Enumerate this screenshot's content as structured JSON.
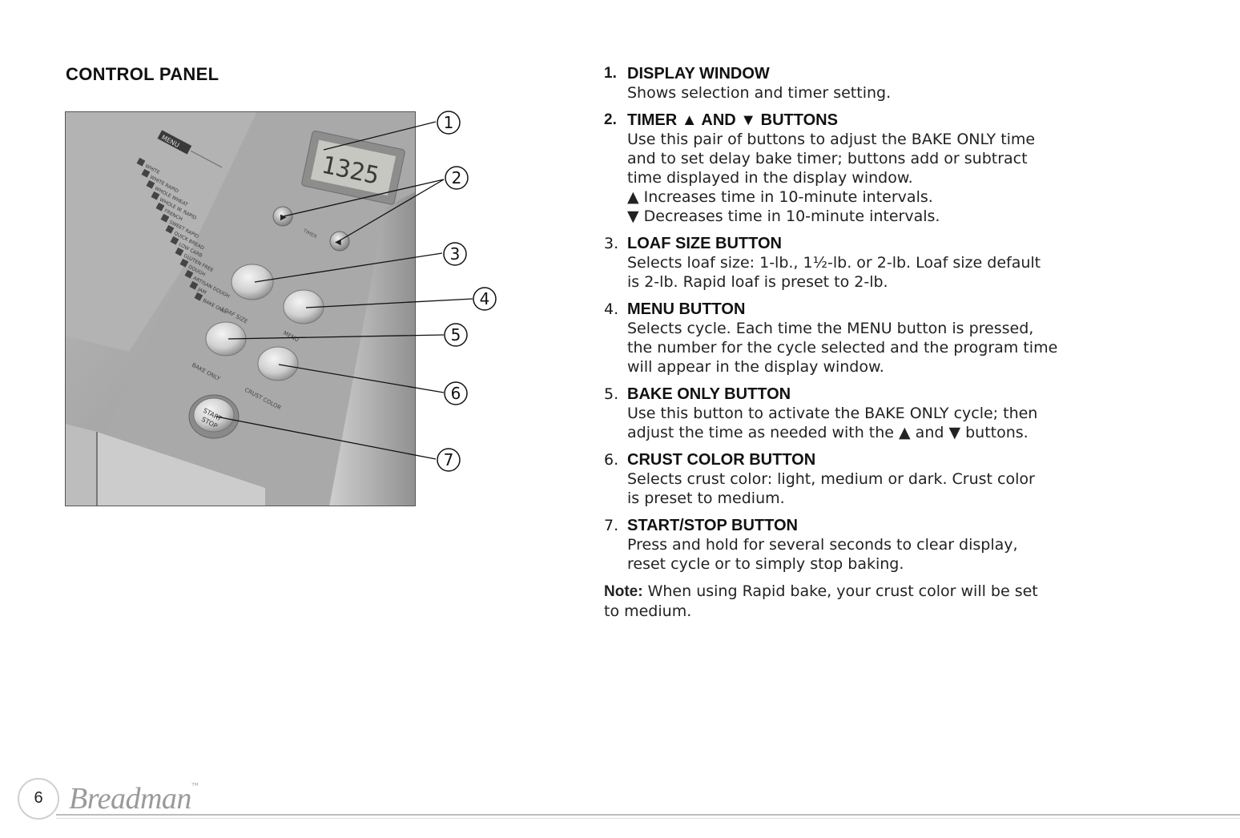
{
  "section_title": "CONTROL PANEL",
  "photo": {
    "display_reading": "1325",
    "menu_label": "MENU",
    "menu_list": [
      "WHITE",
      "WHITE RAPID",
      "WHOLE WHEAT",
      "WHOLE W. RAPID",
      "FRENCH",
      "SWEET RAPID",
      "QUICK BREAD",
      "LOW CARB",
      "GLUTEN FREE",
      "DOUGH",
      "ARTISAN DOUGH",
      "JAM",
      "BAKE ONLY"
    ],
    "timer_label": "TIMER",
    "btn_loaf_size": "LOAF SIZE",
    "btn_menu": "MENU",
    "btn_bake_only": "BAKE ONLY",
    "btn_crust_color": "CRUST COLOR",
    "btn_start_stop_1": "START",
    "btn_start_stop_2": "STOP"
  },
  "callouts": [
    "①",
    "②",
    "③",
    "④",
    "⑤",
    "⑥",
    "⑦"
  ],
  "items": [
    {
      "num": "1.",
      "title": "DISPLAY WINDOW",
      "lines": [
        "Shows selection and timer setting."
      ]
    },
    {
      "num": "2.",
      "title": "TIMER ▲ AND ▼ BUTTONS",
      "lines": [
        "Use this pair of buttons to adjust the BAKE ONLY time",
        "and to set delay bake timer; buttons add or subtract",
        "time displayed in the display window.",
        "▲ Increases time in 10-minute intervals.",
        "▼ Decreases time in 10-minute intervals."
      ]
    },
    {
      "num": "3.",
      "title": "LOAF SIZE BUTTON",
      "lines": [
        "Selects loaf size: 1-lb., 1½-lb. or 2-lb. Loaf size default",
        "is 2-lb. Rapid loaf is preset to 2-lb."
      ]
    },
    {
      "num": "4.",
      "title": "MENU BUTTON",
      "lines": [
        "Selects cycle. Each time the MENU button is pressed,",
        "the number for the cycle selected and the program time",
        "will appear in the display window."
      ]
    },
    {
      "num": "5.",
      "title": "BAKE ONLY BUTTON",
      "lines": [
        "Use this button to activate the BAKE ONLY cycle; then",
        "adjust the time as needed with the ▲ and ▼ buttons."
      ]
    },
    {
      "num": "6.",
      "title": "CRUST COLOR BUTTON",
      "lines": [
        "Selects crust color: light, medium or dark. Crust color",
        "is preset to medium."
      ]
    },
    {
      "num": "7.",
      "title": "START/STOP BUTTON",
      "lines": [
        "Press and hold for several seconds to clear display,",
        "reset cycle or to simply stop baking."
      ]
    }
  ],
  "note": {
    "label": "Note:",
    "line1": " When using Rapid bake, your crust color will be set",
    "line2": "to medium."
  },
  "footer": {
    "page_number": "6",
    "brand": "Breadman",
    "trademark": "™"
  }
}
